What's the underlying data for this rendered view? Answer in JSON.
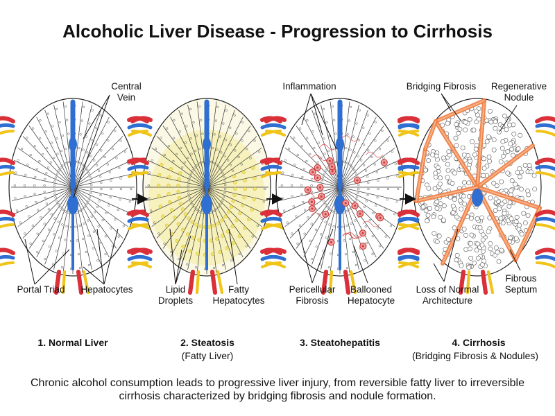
{
  "title": "Alcoholic Liver Disease - Progression to Cirrhosis",
  "stages": [
    {
      "title": "1. Normal Liver",
      "subtitle": "",
      "labels": {
        "central_vein": "Central\nVein",
        "portal_triad": "Portal Triad",
        "hepatocytes": "Hepatocytes"
      }
    },
    {
      "title": "2. Steatosis",
      "subtitle": "(Fatty Liver)",
      "labels": {
        "lipid_droplets": "Lipid\nDroplets",
        "fatty_hepatocytes": "Fatty\nHepatocytes"
      }
    },
    {
      "title": "3. Steatohepatitis",
      "subtitle": "",
      "labels": {
        "inflammation": "Inflammation",
        "pericellular_fibrosis": "Pericellular\nFibrosis",
        "ballooned_hepatocyte": "Ballooned\nHepatocyte"
      }
    },
    {
      "title": "4. Cirrhosis",
      "subtitle": "(Bridging Fibrosis & Nodules)",
      "labels": {
        "bridging_fibrosis": "Bridging Fibrosis",
        "regenerative_nodule": "Regenerative\nNodule",
        "loss_of_architecture": "Loss of Normal\nArchitecture",
        "fibrous_septum": "Fibrous\nSeptum"
      }
    }
  ],
  "caption": "Chronic alcohol consumption leads to progressive liver injury, from reversible fatty liver to irreversible cirrhosis characterized by bridging fibrosis and nodule formation.",
  "colors": {
    "central_vein": "#2f6fd1",
    "portal_artery": "#d9303a",
    "bile_duct": "#f0c419",
    "fat": "#f4ec9a",
    "inflammation": "#d63a3a",
    "fibrosis": "#ef7a3e"
  }
}
